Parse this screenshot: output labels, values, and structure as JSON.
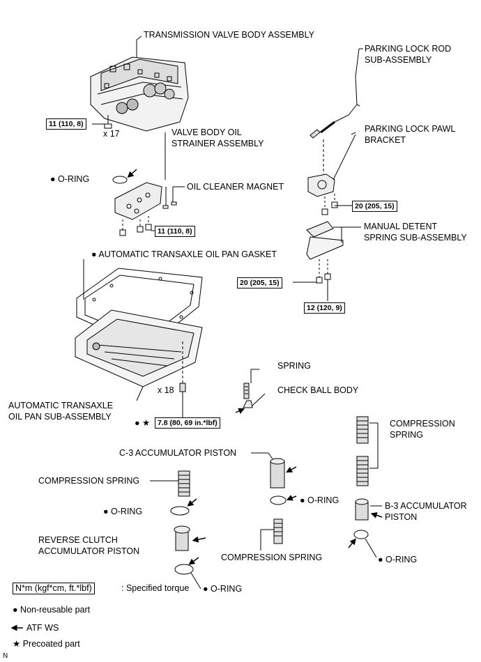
{
  "labels": {
    "valve_body": "TRANSMISSION VALVE BODY ASSEMBLY",
    "parking_rod_1": "PARKING LOCK ROD",
    "parking_rod_2": "SUB-ASSEMBLY",
    "pawl_1": "PARKING LOCK PAWL",
    "pawl_2": "BRACKET",
    "x17": "x 17",
    "strainer_1": "VALVE BODY OIL",
    "strainer_2": "STRAINER ASSEMBLY",
    "oring": "O-RING",
    "magnet": "OIL CLEANER MAGNET",
    "detent_1": "MANUAL DETENT",
    "detent_2": "SPRING SUB-ASSEMBLY",
    "gasket": "AUTOMATIC TRANSAXLE OIL PAN GASKET",
    "x18": "x 18",
    "pan_1": "AUTOMATIC TRANSAXLE",
    "pan_2": "OIL PAN SUB-ASSEMBLY",
    "spring": "SPRING",
    "check_ball": "CHECK BALL BODY",
    "compression_spring": "COMPRESSION SPRING",
    "compression_1": "COMPRESSION",
    "compression_2": "SPRING",
    "c3": "C-3 ACCUMULATOR PISTON",
    "b3_1": "B-3 ACCUMULATOR",
    "b3_2": "PISTON",
    "reverse_1": "REVERSE CLUTCH",
    "reverse_2": "ACCUMULATOR PISTON",
    "corner_mark": "N"
  },
  "torque": {
    "t11_a": "11 (110, 8)",
    "t11_b": "11 (110, 8)",
    "t20_a": "20 (205, 15)",
    "t20_b": "20 (205, 15)",
    "t12": "12 (120, 9)",
    "t78": "7.8 (80, 69 in.*lbf)"
  },
  "legend": {
    "torque_unit": "N*m (kgf*cm, ft.*lbf)",
    "torque_desc": ": Specified torque",
    "non_reusable": "Non-reusable part",
    "atf": "ATF WS",
    "precoated": "Precoated part"
  },
  "symbols": {
    "dot": "●",
    "star": "★"
  }
}
